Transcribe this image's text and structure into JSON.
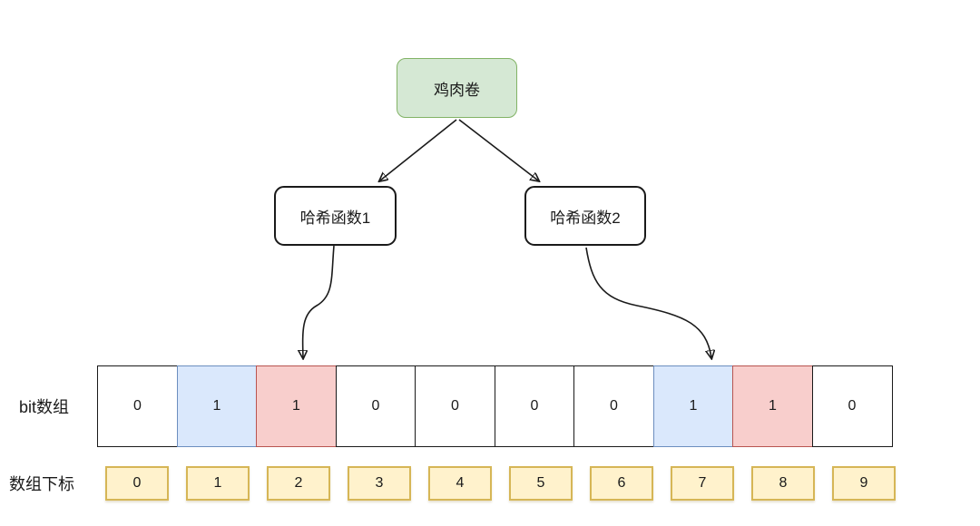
{
  "diagram": {
    "root_node": {
      "label": "鸡肉卷"
    },
    "hash_nodes": [
      {
        "label": "哈希函数1"
      },
      {
        "label": "哈希函数2"
      }
    ],
    "bit_array": {
      "label": "bit数组",
      "cells": [
        {
          "value": "0",
          "state": "default"
        },
        {
          "value": "1",
          "state": "blue"
        },
        {
          "value": "1",
          "state": "red"
        },
        {
          "value": "0",
          "state": "default"
        },
        {
          "value": "0",
          "state": "default"
        },
        {
          "value": "0",
          "state": "default"
        },
        {
          "value": "0",
          "state": "default"
        },
        {
          "value": "1",
          "state": "blue"
        },
        {
          "value": "1",
          "state": "red"
        },
        {
          "value": "0",
          "state": "default"
        }
      ]
    },
    "index_row": {
      "label": "数组下标",
      "indices": [
        "0",
        "1",
        "2",
        "3",
        "4",
        "5",
        "6",
        "7",
        "8",
        "9"
      ]
    },
    "colors": {
      "root_fill": "#d5e8d4",
      "root_stroke": "#82b366",
      "blue_cell_fill": "#dae8fc",
      "blue_cell_stroke": "#6c8ebf",
      "red_cell_fill": "#f8cecc",
      "red_cell_stroke": "#b85450",
      "index_fill": "#fff2cc",
      "index_stroke": "#d6b656",
      "line_color": "#1a1a1a"
    }
  }
}
